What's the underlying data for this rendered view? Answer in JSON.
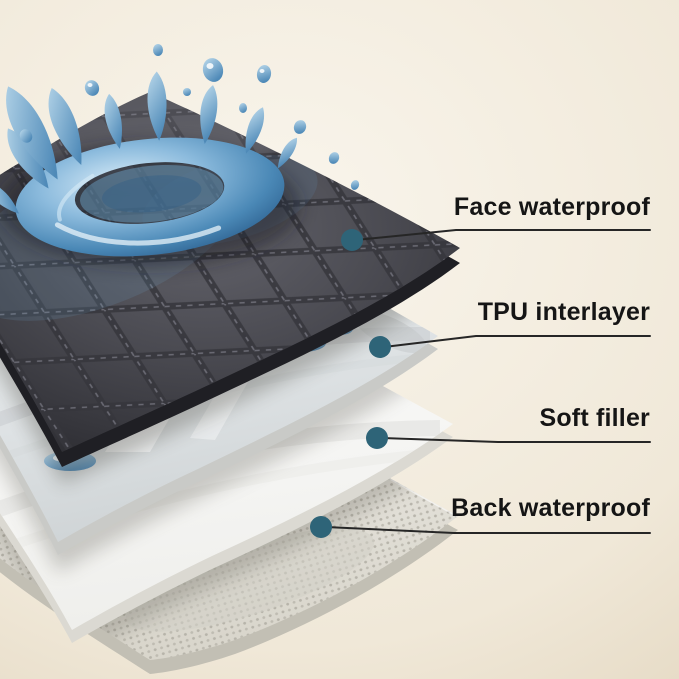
{
  "diagram": {
    "kind": "product-layer-callout-diagram",
    "callouts": [
      {
        "id": "face-waterproof",
        "label": "Face waterproof"
      },
      {
        "id": "tpu-interlayer",
        "label": "TPU interlayer"
      },
      {
        "id": "soft-filler",
        "label": "Soft filler"
      },
      {
        "id": "back-waterproof",
        "label": "Back waterproof"
      }
    ],
    "layers": [
      {
        "name": "face-waterproof-layer"
      },
      {
        "name": "tpu-interlayer-layer"
      },
      {
        "name": "soft-filler-layer"
      },
      {
        "name": "back-waterproof-layer"
      }
    ],
    "icons": [
      {
        "name": "water-splash"
      },
      {
        "name": "water-droplets"
      },
      {
        "name": "callout-dot"
      }
    ]
  },
  "colors": {
    "bg_center": "#f9f5ec",
    "bg_mid": "#f0e8d8",
    "bg_edge": "#dbccb1",
    "label_text": "#151515",
    "callout_line": "#262626",
    "callout_dot": "#2e6478",
    "water_main": "#5f9cc9",
    "water_deep": "#2b5f8e",
    "water_light": "#cfe6f4",
    "face_layer_dark": "#2c2c31",
    "face_layer_mid": "#4b4b51",
    "tpu_layer": "#e4e8ea",
    "soft_filler_layer": "#fafaf8",
    "back_layer": "#e6e3da"
  }
}
